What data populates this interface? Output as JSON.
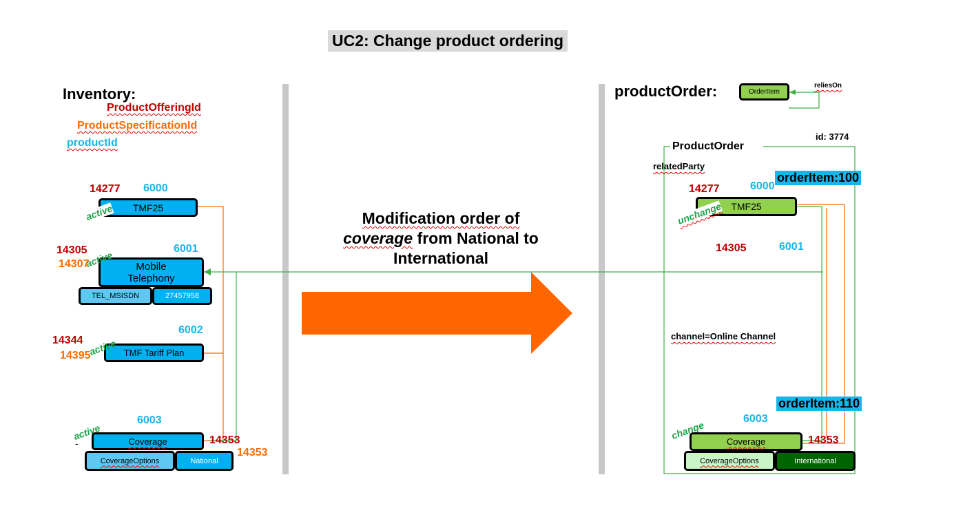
{
  "title": "UC2: Change product ordering",
  "inventory": {
    "heading": "Inventory:",
    "legend": {
      "offering": "ProductOfferingId",
      "specification": "ProductSpecificationId",
      "product": "productId"
    },
    "items": [
      {
        "offering_id": "14277",
        "product_id": "6000",
        "label": "TMF25",
        "status": "active"
      },
      {
        "offering_id": "14305",
        "spec_id": "14307",
        "product_id": "6001",
        "label": "Mobile Telephony",
        "status": "active",
        "characteristic": {
          "name": "TEL_MSISDN",
          "value": "27457958"
        }
      },
      {
        "offering_id": "14344",
        "spec_id": "14395",
        "product_id": "6002",
        "label": "TMF Tariff Plan",
        "status": "active"
      },
      {
        "offering_id": "14353",
        "spec_id": "14353",
        "product_id": "6003",
        "label": "Coverage",
        "status": "active",
        "characteristic": {
          "name": "CoverageOptions",
          "value": "National"
        }
      }
    ],
    "dash": "-"
  },
  "middle": {
    "line1": "Modification order of",
    "line2_em": "coverage",
    "line2_rest": " from National to",
    "line3": "International"
  },
  "product_order": {
    "heading": "productOrder:",
    "schema_item": "OrderItem",
    "relation": "reliesOn",
    "id_label": "id: 3774",
    "box_title": "ProductOrder",
    "related_party": "relatedParty",
    "channel": "channel=Online Channel",
    "order_items": [
      {
        "tag": "orderItem:100",
        "offering_id": "14277",
        "product_id": "6000",
        "label": "TMF25",
        "action": "unchange"
      },
      {
        "tag": "orderItem:110",
        "offering_id": "14353",
        "product_id": "6003",
        "label": "Coverage",
        "action": "change",
        "characteristic": {
          "name": "CoverageOptions",
          "value": "International"
        }
      }
    ],
    "ref": {
      "offering_id": "14305",
      "product_id": "6001"
    }
  },
  "colors": {
    "offering": "#c00000",
    "specification": "#ff6a00",
    "product": "#19b5ea",
    "status": "#1fa34a",
    "arrow": "#ff6600",
    "connector_orange": "#ff6a00",
    "connector_green": "#3cb043"
  }
}
